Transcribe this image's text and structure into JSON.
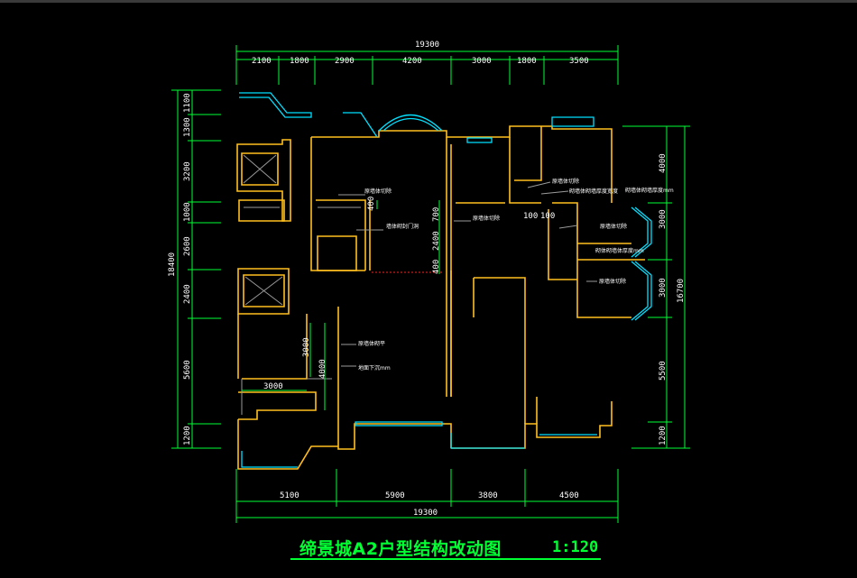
{
  "title": "缔景城A2户型结构改动图",
  "scale": "1:120",
  "dims": {
    "top_total": "19300",
    "top": [
      "2100",
      "1800",
      "2900",
      "4200",
      "3000",
      "1800",
      "3500"
    ],
    "bottom": [
      "5100",
      "5900",
      "3800",
      "4500"
    ],
    "bottom_total": "19300",
    "left_total": "18400",
    "left": [
      "1100",
      "1300",
      "3200",
      "1000",
      "2600",
      "2400",
      "5600",
      "1200"
    ],
    "right_total": "16700",
    "right": [
      "4000",
      "3000",
      "3000",
      "5500",
      "1200"
    ],
    "inner": {
      "d400a": "400",
      "d700": "700",
      "d2400": "2400",
      "d400b": "400",
      "d100a": "100",
      "d100b": "100",
      "d3000v": "3000",
      "d4000v": "4000",
      "d3000h": "3000"
    }
  },
  "notes": {
    "n1": "原墙体切除",
    "n2": "墙体砌封门洞",
    "n3": "原墙体切除",
    "n4": "原墙体切除",
    "n5": "砌墙体砌墙厚度宽度",
    "n6": "原墙体切除",
    "n7": "砌墙体砌墙厚度mm",
    "n8": "砌体砌墙体厚度mm",
    "n9": "原墙体切除",
    "n10": "原墙体砌平",
    "n11": "地面下沉mm"
  },
  "colors": {
    "background": "#000000",
    "dimension": "#00ff33",
    "wall": "#ffbf1f",
    "window": "#00e0ff",
    "text": "#ffffff",
    "demolition": "#ff2020"
  }
}
